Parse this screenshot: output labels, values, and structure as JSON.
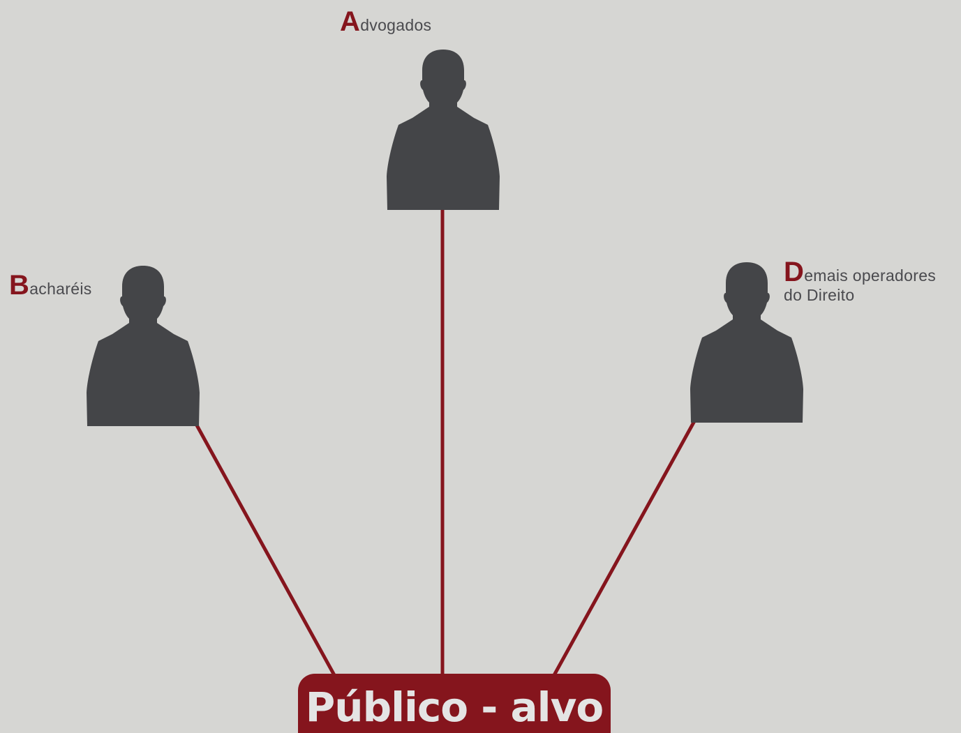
{
  "diagram": {
    "center": {
      "title": "Público - alvo"
    },
    "audiences": [
      {
        "initial": "A",
        "rest": "dvogados",
        "rest_line2": ""
      },
      {
        "initial": "B",
        "rest": "acharéis",
        "rest_line2": ""
      },
      {
        "initial": "D",
        "rest": "emais operadores",
        "rest_line2": "do Direito"
      }
    ],
    "icons": [
      "person-silhouette-icon",
      "person-silhouette-icon",
      "person-silhouette-icon"
    ],
    "colors": {
      "background": "#d6d6d3",
      "accent": "#85151d",
      "silhouette": "#444548",
      "text": "#4a4a4e",
      "center_text": "#e4e4e4"
    }
  }
}
